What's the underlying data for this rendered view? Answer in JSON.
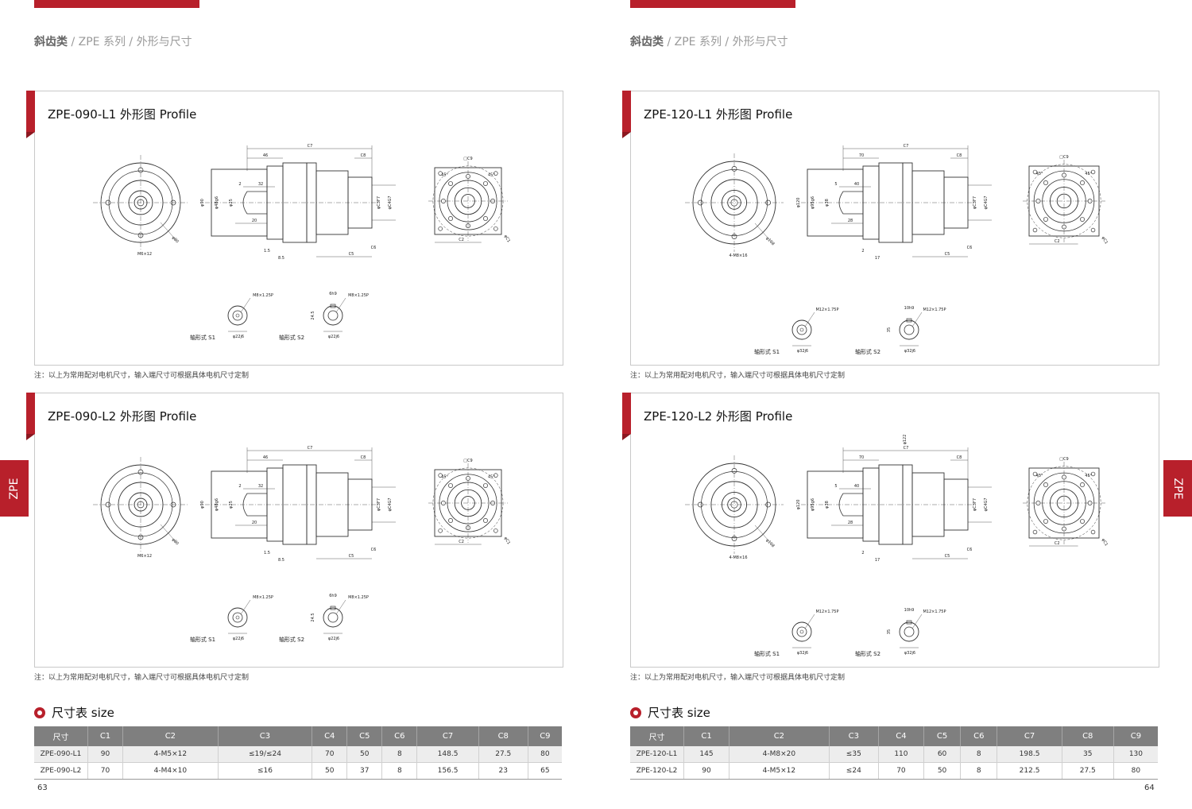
{
  "left": {
    "breadcrumb": {
      "bold": "斜齿类",
      "sep1": " / ",
      "series": "ZPE 系列",
      "sep2": " / ",
      "section": "外形与尺寸"
    },
    "panel1": {
      "title": "ZPE-090-L1 外形图 Profile",
      "dims": [
        "C7",
        "46",
        "C8",
        "2",
        "32",
        "20",
        "1.5",
        "8.5",
        "C5",
        "C6",
        "φ90",
        "φ48g6",
        "φ25",
        "φC3F7",
        "φC4G7",
        "□C9",
        "45°",
        "45°",
        "C2",
        "φC1",
        "φ80",
        "M6×12"
      ],
      "shaft1": {
        "thread": "M8×1.25P",
        "dia": "φ22j6",
        "label": "轴形式 S1"
      },
      "shaft2": {
        "key": "6h9",
        "thread": "M8×1.25P",
        "height": "24.5",
        "dia": "φ22j6",
        "label": "轴形式 S2"
      }
    },
    "note1": "注：以上为常用配对电机尺寸，输入端尺寸可根据具体电机尺寸定制",
    "panel2": {
      "title": "ZPE-090-L2 外形图 Profile",
      "dims": [
        "C7",
        "46",
        "C8",
        "2",
        "32",
        "20",
        "1.5",
        "8.5",
        "C5",
        "C6",
        "φ90",
        "φ48g6",
        "φ25",
        "φC3F7",
        "φC4G7",
        "□C9",
        "45°",
        "45°",
        "C2",
        "φC1",
        "φ80",
        "M6×12"
      ],
      "shaft1": {
        "thread": "M8×1.25P",
        "dia": "φ22j6",
        "label": "轴形式 S1"
      },
      "shaft2": {
        "key": "6h9",
        "thread": "M8×1.25P",
        "height": "24.5",
        "dia": "φ22j6",
        "label": "轴形式 S2"
      }
    },
    "note2": "注：以上为常用配对电机尺寸，输入端尺寸可根据具体电机尺寸定制",
    "size_title": "尺寸表 size",
    "table": {
      "headers": [
        "尺寸",
        "C1",
        "C2",
        "C3",
        "C4",
        "C5",
        "C6",
        "C7",
        "C8",
        "C9"
      ],
      "rows": [
        [
          "ZPE-090-L1",
          "90",
          "4-M5×12",
          "≤19/≤24",
          "70",
          "50",
          "8",
          "148.5",
          "27.5",
          "80"
        ],
        [
          "ZPE-090-L2",
          "70",
          "4-M4×10",
          "≤16",
          "50",
          "37",
          "8",
          "156.5",
          "23",
          "65"
        ]
      ]
    },
    "page_number": "63",
    "side_tab": "ZPE"
  },
  "right": {
    "breadcrumb": {
      "bold": "斜齿类",
      "sep1": " / ",
      "series": "ZPE 系列",
      "sep2": " / ",
      "section": "外形与尺寸"
    },
    "panel1": {
      "title": "ZPE-120-L1 外形图 Profile",
      "dims": [
        "C7",
        "70",
        "C8",
        "5",
        "40",
        "28",
        "2",
        "17",
        "C5",
        "C6",
        "φ120",
        "φ95g6",
        "φ38",
        "φC3F7",
        "φC4G7",
        "□C9",
        "45°",
        "45°",
        "C2",
        "φC1",
        "φ108",
        "4-M8×16"
      ],
      "shaft1": {
        "thread": "M12×1.75P",
        "dia": "φ32j6",
        "label": "轴形式 S1"
      },
      "shaft2": {
        "key": "10h9",
        "thread": "M12×1.75P",
        "height": "35",
        "dia": "φ32j6",
        "label": "轴形式 S2"
      }
    },
    "note1": "注：以上为常用配对电机尺寸，输入端尺寸可根据具体电机尺寸定制",
    "panel2": {
      "title": "ZPE-120-L2 外形图 Profile",
      "dims": [
        "C7",
        "70",
        "C8",
        "5",
        "40",
        "28",
        "2",
        "17",
        "C5",
        "C6",
        "φ120",
        "φ95g6",
        "φ38",
        "φC3F7",
        "φC4G7",
        "□C9",
        "45°",
        "45°",
        "C2",
        "φC1",
        "φ108",
        "4-M8×16",
        "φ122"
      ],
      "shaft1": {
        "thread": "M12×1.75P",
        "dia": "φ32j6",
        "label": "轴形式 S1"
      },
      "shaft2": {
        "key": "10h9",
        "thread": "M12×1.75P",
        "height": "35",
        "dia": "φ32j6",
        "label": "轴形式 S2"
      }
    },
    "note2": "注：以上为常用配对电机尺寸，输入端尺寸可根据具体电机尺寸定制",
    "size_title": "尺寸表 size",
    "table": {
      "headers": [
        "尺寸",
        "C1",
        "C2",
        "C3",
        "C4",
        "C5",
        "C6",
        "C7",
        "C8",
        "C9"
      ],
      "rows": [
        [
          "ZPE-120-L1",
          "145",
          "4-M8×20",
          "≤35",
          "110",
          "60",
          "8",
          "198.5",
          "35",
          "130"
        ],
        [
          "ZPE-120-L2",
          "90",
          "4-M5×12",
          "≤24",
          "70",
          "50",
          "8",
          "212.5",
          "27.5",
          "80"
        ]
      ]
    },
    "page_number": "64",
    "side_tab": "ZPE"
  },
  "colors": {
    "accent": "#b8202b",
    "table_header": "#7f7f7f"
  }
}
